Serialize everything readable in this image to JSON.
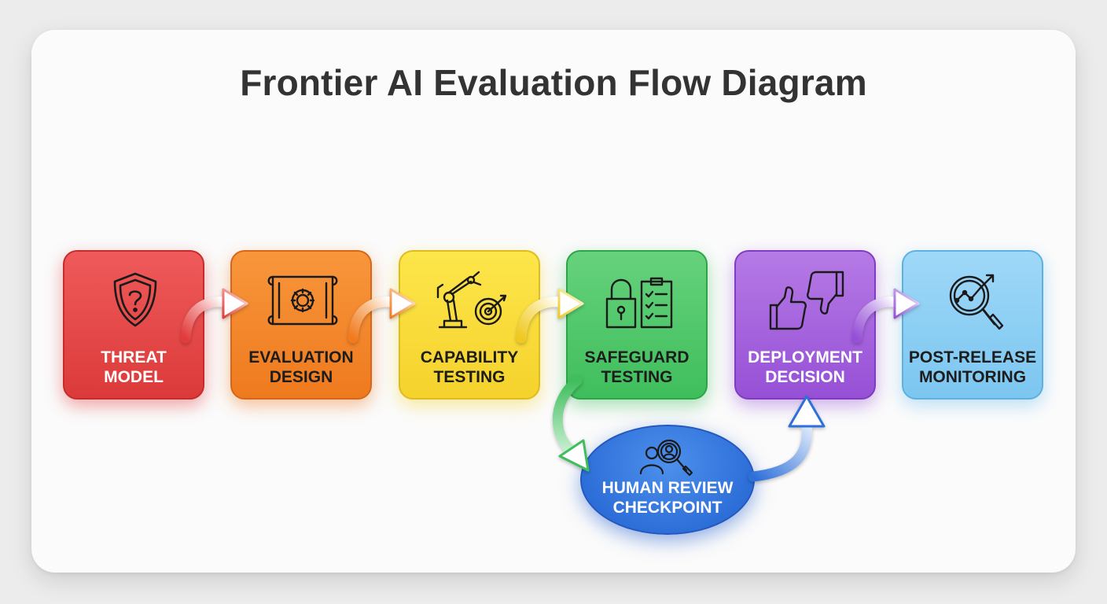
{
  "title": "Frontier AI Evaluation Flow Diagram",
  "steps": [
    {
      "line1": "THREAT",
      "line2": "MODEL",
      "icon": "shield-question-icon",
      "color": "#e23a3a"
    },
    {
      "line1": "EVALUATION",
      "line2": "DESIGN",
      "icon": "blueprint-gear-icon",
      "color": "#f07a1e"
    },
    {
      "line1": "CAPABILITY",
      "line2": "TESTING",
      "icon": "robot-arm-target-icon",
      "color": "#f5d22c"
    },
    {
      "line1": "SAFEGUARD",
      "line2": "TESTING",
      "icon": "lock-checklist-icon",
      "color": "#3fbe5c"
    },
    {
      "line1": "DEPLOYMENT",
      "line2": "DECISION",
      "icon": "thumbs-up-down-icon",
      "color": "#9650d6"
    },
    {
      "line1": "POST-RELEASE",
      "line2": "MONITORING",
      "icon": "magnifier-chart-icon",
      "color": "#7cc6f0"
    }
  ],
  "checkpoint": {
    "line1": "HUMAN REVIEW",
    "line2": "CHECKPOINT",
    "icon": "people-magnifier-icon",
    "color": "#2d6fd8"
  }
}
